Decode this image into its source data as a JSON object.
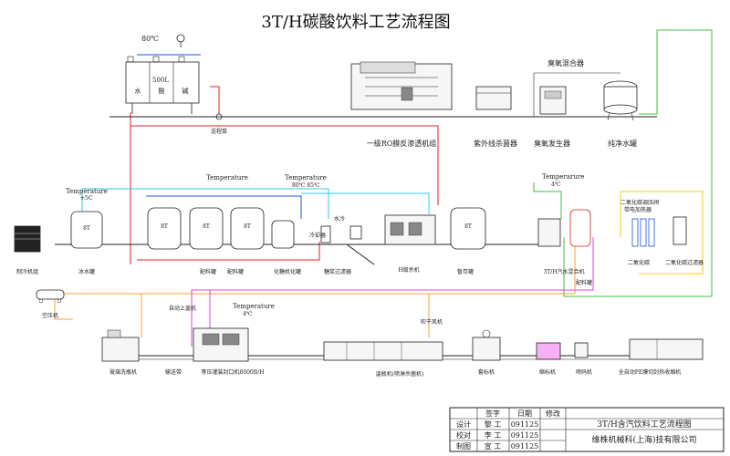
{
  "title": "3T/H碳酸饮料工艺流程图",
  "colors": {
    "red": "#e02020",
    "blue": "#2050e0",
    "cyan": "#30c8e8",
    "green": "#3fbf3f",
    "orange": "#f0a030",
    "magenta": "#e040e0",
    "yellow": "#e8d020",
    "black": "#222222"
  },
  "labels": {
    "temp_80": "80℃",
    "tank_volume": "500L",
    "tank_water": "水",
    "tank_acid": "酸",
    "tank_alkali": "碱",
    "return_pump": "送程泵",
    "ro_unit": "一级RO膜反渗透机组",
    "ozone_mixer": "臭氧混合器",
    "uv": "紫外线杀菌器",
    "ozone_gen": "臭氧发生器",
    "pure_tank": "纯净水罐",
    "temp_a": "Temperature",
    "temp_a_val": "+5C",
    "temp_b": "Temperature",
    "temp_c": "Temperature",
    "temp_bc_val": "80℃  85℃",
    "temp_d": "Temperarure",
    "temp_d_val": "4℃",
    "chiller": "制冷机组",
    "ice_tank": "冰水罐",
    "mix_tanks": "配料罐",
    "mix_tanks2": "配料罐",
    "sugar_tank": "化糖机化罐",
    "filter": "糖浆过滤器",
    "plate_cooler": "冷却器",
    "water_cool": "水冷",
    "hmix": "H级杀机",
    "storage": "暂存罐",
    "carbonator": "3T/H汽水混合机",
    "syrup_tank": "配料罐",
    "co2_reg": "二氧化碳调压阀",
    "co2_reg2": "带电加热器",
    "co2": "二氧化碳",
    "co2_filter": "二氧化碳过滤器",
    "tank_8t": "8T",
    "air_comp": "空压机",
    "auto_loader": "自动上盖机",
    "temp_e": "Temperature",
    "temp_e_val": "4℃",
    "dryer": "吹干风机",
    "washer": "玻璃洗瓶机",
    "conveyor": "输送带",
    "filler": "等压灌装封口机8000B/H",
    "pasteur": "温瓶机(喷淋杀菌机)",
    "labeler": "套标机",
    "shrink": "缩标机",
    "coder": "喷码机",
    "packer": "全自动PE膜切封热收缩机",
    "tb": {
      "col_sign": "签字",
      "col_date": "日期",
      "col_rev": "修改",
      "row1": "设计",
      "row2": "校对",
      "row3": "制图",
      "name1": "黎 工",
      "name2": "李 工",
      "name3": "宣 工",
      "date1": "091125",
      "date2": "091125",
      "date3": "091125",
      "drawing_title": "3T/H含汽饮料工艺流程图",
      "company": "维株机械科(上海)技有限公司"
    }
  }
}
